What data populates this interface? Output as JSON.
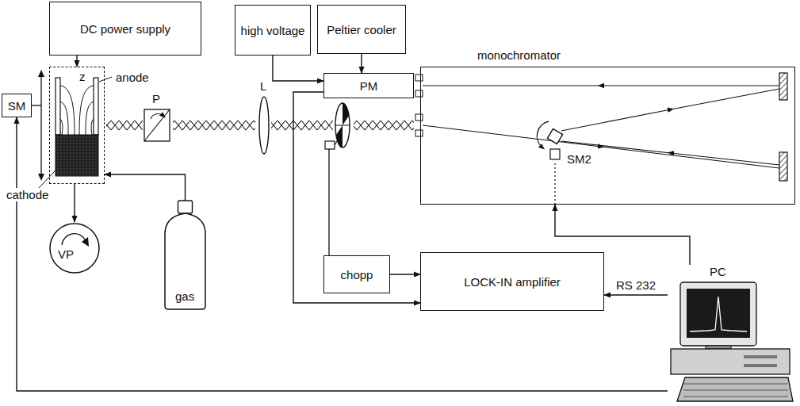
{
  "diagram": {
    "nodes": [
      {
        "text": [
          "DC power supply"
        ]
      },
      {
        "text": [
          "high voltage"
        ]
      },
      {
        "text": [
          "Peltier cooler"
        ]
      },
      {
        "text": [
          "monochromator"
        ]
      },
      {
        "text": [
          "SM"
        ]
      },
      {
        "text": [
          "z",
          "anode",
          "cathode"
        ]
      },
      {
        "text": [
          "PM"
        ]
      },
      {
        "text": [
          "chopp"
        ]
      },
      {
        "text": [
          "LOCK-IN amplifier"
        ]
      },
      {
        "text": [
          "VP"
        ]
      },
      {
        "text": [
          "gas"
        ]
      },
      {
        "text": [
          "PC"
        ]
      }
    ],
    "edges": [
      {
        "from": 0,
        "to": 5,
        "arrow": "to"
      },
      {
        "from": 1,
        "to": 6,
        "arrow": "to"
      },
      {
        "from": 2,
        "to": 6,
        "arrow": "to"
      },
      {
        "from": 5,
        "to": 9,
        "arrow": "to"
      },
      {
        "from": 10,
        "to": 5,
        "arrow": "to"
      },
      {
        "from": 6,
        "to": 8,
        "arrow": "to"
      },
      {
        "from": 7,
        "to": 8,
        "arrow": "to"
      },
      {
        "from": 11,
        "to": 8,
        "label": "RS 232",
        "arrow": "to"
      },
      {
        "from": 11,
        "to": 3,
        "arrow": "to"
      },
      {
        "from": 11,
        "to": 4,
        "arrow": "to"
      }
    ],
    "labels": [
      "P",
      "L",
      "SM2"
    ]
  }
}
